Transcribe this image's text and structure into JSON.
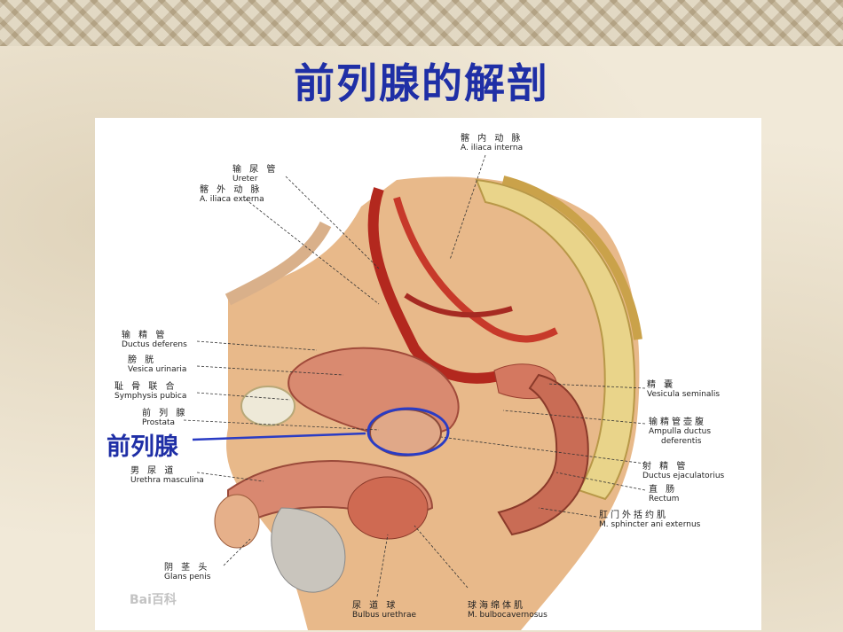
{
  "title": "前列腺的解剖",
  "callout": "前列腺",
  "watermark": "Bai百科",
  "labels": {
    "iliaca_interna": {
      "zh": "髂 内 动 脉",
      "la": "A. iliaca  interna"
    },
    "ureter": {
      "zh": "输 尿 管",
      "la": "Ureter"
    },
    "iliaca_externa": {
      "zh": "髂 外 动 脉",
      "la": "A. iliaca  externa"
    },
    "ductus_deferens": {
      "zh": "输 精 管",
      "la": "Ductus  deferens"
    },
    "vesica": {
      "zh": "膀    胱",
      "la": "Vesica  urinaria"
    },
    "symphysis": {
      "zh": "耻 骨 联 合",
      "la": "Symphysis  pubica"
    },
    "prostata": {
      "zh": "前 列 腺",
      "la": "Prostata"
    },
    "urethra": {
      "zh": "男 尿 道",
      "la": "Urethra  masculina"
    },
    "glans": {
      "zh": "阴 茎 头",
      "la": "Glans  penis"
    },
    "bulbus": {
      "zh": "尿  道  球",
      "la": "Bulbus  urethrae"
    },
    "bulbocavernosus": {
      "zh": "球海绵体肌",
      "la": "M. bulbocavernosus"
    },
    "vesicula": {
      "zh": "精    囊",
      "la": "Vesicula  seminalis"
    },
    "ampulla": {
      "zh": "输精管壶腹",
      "la": "Ampulla  ductus",
      "la2": "deferentis"
    },
    "ejaculatorius": {
      "zh": "射 精 管",
      "la": "Ductus  ejaculatorius"
    },
    "rectum": {
      "zh": "直    肠",
      "la": "Rectum"
    },
    "sphincter": {
      "zh": "肛门外括约肌",
      "la": "M. sphincter  ani  externus"
    }
  }
}
